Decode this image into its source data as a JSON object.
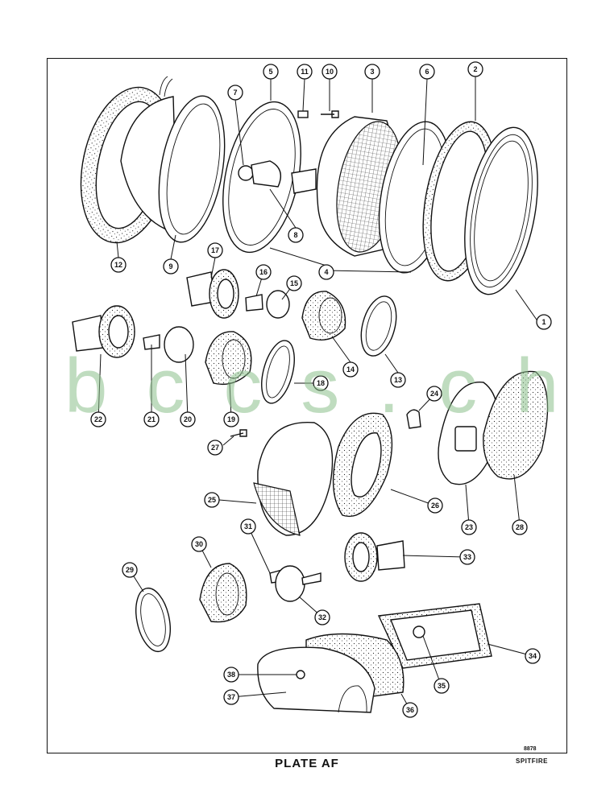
{
  "plate": {
    "title": "PLATE AF",
    "code": "8878",
    "model": "SPITFIRE"
  },
  "watermark": "bccs.ch",
  "callouts": [
    {
      "n": "1"
    },
    {
      "n": "2"
    },
    {
      "n": "3"
    },
    {
      "n": "4"
    },
    {
      "n": "5"
    },
    {
      "n": "6"
    },
    {
      "n": "7"
    },
    {
      "n": "8"
    },
    {
      "n": "9"
    },
    {
      "n": "10"
    },
    {
      "n": "11"
    },
    {
      "n": "12"
    },
    {
      "n": "13"
    },
    {
      "n": "14"
    },
    {
      "n": "15"
    },
    {
      "n": "16"
    },
    {
      "n": "17"
    },
    {
      "n": "18"
    },
    {
      "n": "19"
    },
    {
      "n": "20"
    },
    {
      "n": "21"
    },
    {
      "n": "22"
    },
    {
      "n": "23"
    },
    {
      "n": "24"
    },
    {
      "n": "25"
    },
    {
      "n": "26"
    },
    {
      "n": "27"
    },
    {
      "n": "28"
    },
    {
      "n": "29"
    },
    {
      "n": "30"
    },
    {
      "n": "31"
    },
    {
      "n": "32"
    },
    {
      "n": "33"
    },
    {
      "n": "34"
    },
    {
      "n": "35"
    },
    {
      "n": "36"
    },
    {
      "n": "37"
    },
    {
      "n": "38"
    }
  ],
  "colors": {
    "ink": "#111111",
    "watermark": "#8cc08c",
    "paper": "#ffffff"
  }
}
